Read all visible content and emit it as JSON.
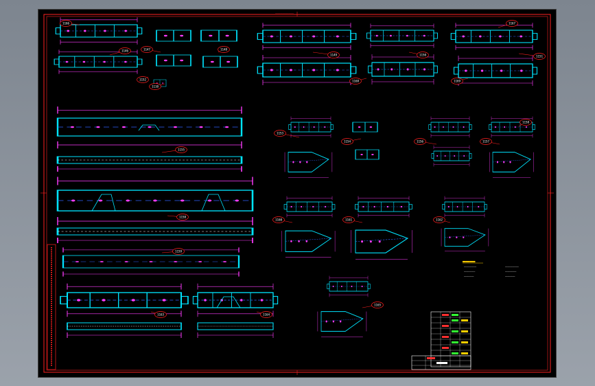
{
  "colors": {
    "sheet": "#000000",
    "border": "#ff2020",
    "part": "#00e5ff",
    "dimension": "#ff3cff",
    "leader": "#ff2020",
    "text": "#ffffff",
    "note": "#ffd000",
    "green": "#33ff33"
  },
  "parts": [
    {
      "key": "p1146",
      "label": "1146"
    },
    {
      "key": "p1147",
      "label": "1147"
    },
    {
      "key": "p1148",
      "label": "1148"
    },
    {
      "key": "p1149",
      "label": "1149"
    },
    {
      "key": "p1150",
      "label": "1150"
    },
    {
      "key": "p1151",
      "label": "1151"
    },
    {
      "key": "p1152",
      "label": "1152"
    },
    {
      "key": "p1153",
      "label": "1153"
    },
    {
      "key": "p1154",
      "label": "1154"
    },
    {
      "key": "p1155",
      "label": "1155"
    },
    {
      "key": "p1156",
      "label": "1156"
    },
    {
      "key": "p1157",
      "label": "1157"
    },
    {
      "key": "p1158",
      "label": "1158"
    },
    {
      "key": "p1159",
      "label": "1159"
    },
    {
      "key": "p1160",
      "label": "1160"
    },
    {
      "key": "p1161",
      "label": "1161"
    },
    {
      "key": "p1162",
      "label": "1162"
    },
    {
      "key": "p1163",
      "label": "1163"
    },
    {
      "key": "p1164",
      "label": "1164"
    },
    {
      "key": "p1165",
      "label": "1165"
    },
    {
      "key": "p1166",
      "label": "1166"
    },
    {
      "key": "p1167",
      "label": "1167"
    },
    {
      "key": "p1168",
      "label": "1168"
    },
    {
      "key": "p1169",
      "label": "1169"
    },
    {
      "key": "p1158b",
      "label": "1158"
    },
    {
      "key": "p1110",
      "label": "1110"
    }
  ]
}
